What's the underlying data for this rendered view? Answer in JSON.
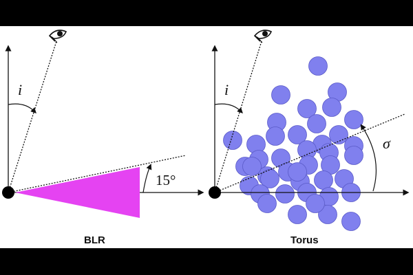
{
  "panels": {
    "left": {
      "caption": "BLR",
      "inclination_label": "i",
      "opening_angle_label": "15°",
      "wedge_color": "#e543f2"
    },
    "right": {
      "caption": "Torus",
      "inclination_label": "i",
      "sigma_label": "σ",
      "cloud_color": "#8080ee",
      "cloud_edge_color": "#5a5ac8"
    }
  },
  "icons": [
    "eye-icon",
    "eye-icon"
  ]
}
